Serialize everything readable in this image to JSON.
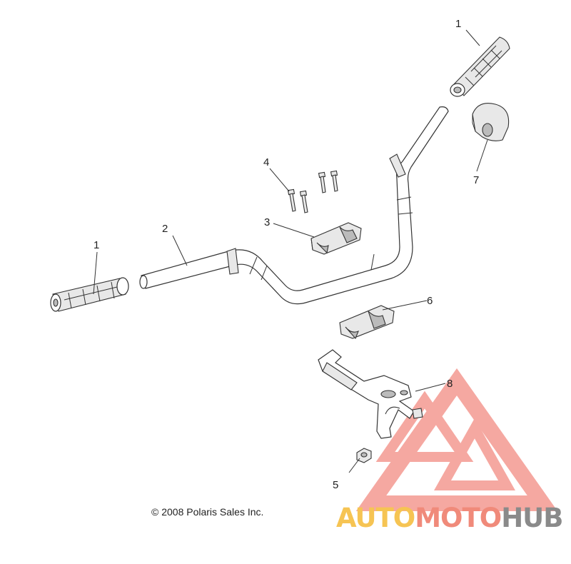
{
  "callouts": [
    {
      "id": "grip-right",
      "label": "1"
    },
    {
      "id": "grip-left",
      "label": "1"
    },
    {
      "id": "handlebar",
      "label": "2"
    },
    {
      "id": "clamp-upper",
      "label": "3"
    },
    {
      "id": "bolts",
      "label": "4"
    },
    {
      "id": "nut",
      "label": "5"
    },
    {
      "id": "clamp-lower",
      "label": "6"
    },
    {
      "id": "pad",
      "label": "7"
    },
    {
      "id": "bracket",
      "label": "8"
    }
  ],
  "copyright": "© 2008 Polaris Sales Inc.",
  "watermark": {
    "parts": [
      {
        "text": "AUTO",
        "color": "#f6c453"
      },
      {
        "text": "MOTO",
        "color": "#f08a7a"
      },
      {
        "text": "HUB",
        "color": "#8a8a8a"
      }
    ],
    "triangle_color": "#f28b82"
  }
}
